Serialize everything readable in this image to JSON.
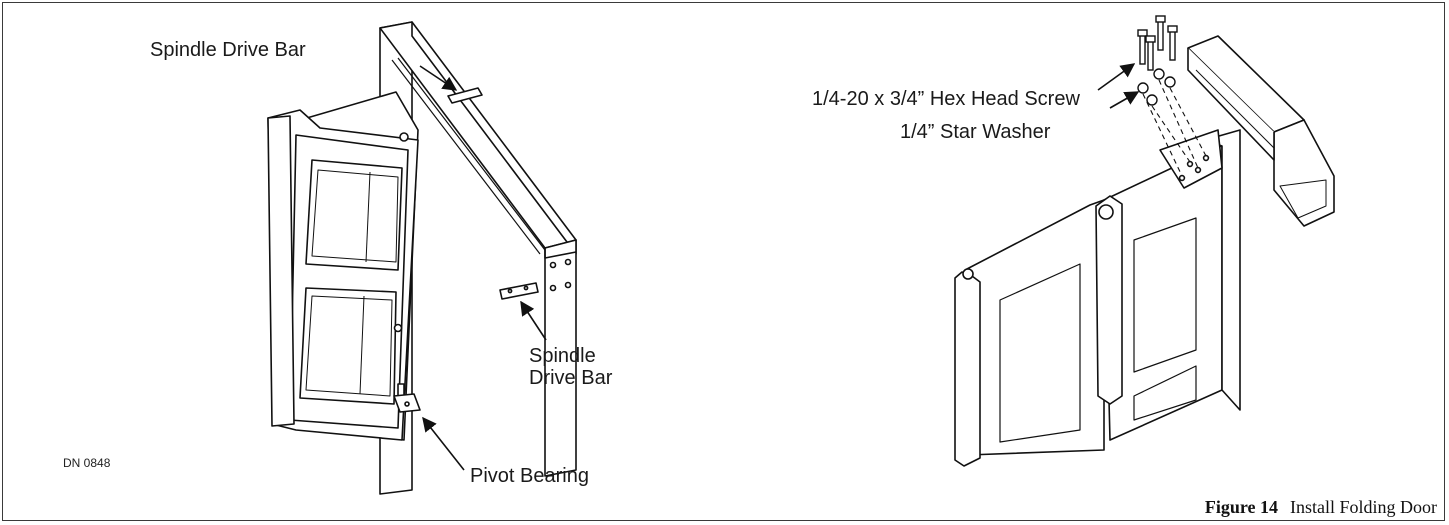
{
  "figure": {
    "number_label": "Figure 14",
    "title": "Install Folding Door",
    "drawing_number": "DN 0848"
  },
  "left_view": {
    "callouts": {
      "spindle_drive_bar_top": "Spindle Drive Bar",
      "spindle_drive_bar_right_line1": "Spindle",
      "spindle_drive_bar_right_line2": "Drive Bar",
      "pivot_bearing": "Pivot Bearing"
    }
  },
  "right_view": {
    "callouts": {
      "hex_head_screw": "1/4-20 x 3/4” Hex Head Screw",
      "star_washer": "1/4” Star Washer"
    }
  }
}
